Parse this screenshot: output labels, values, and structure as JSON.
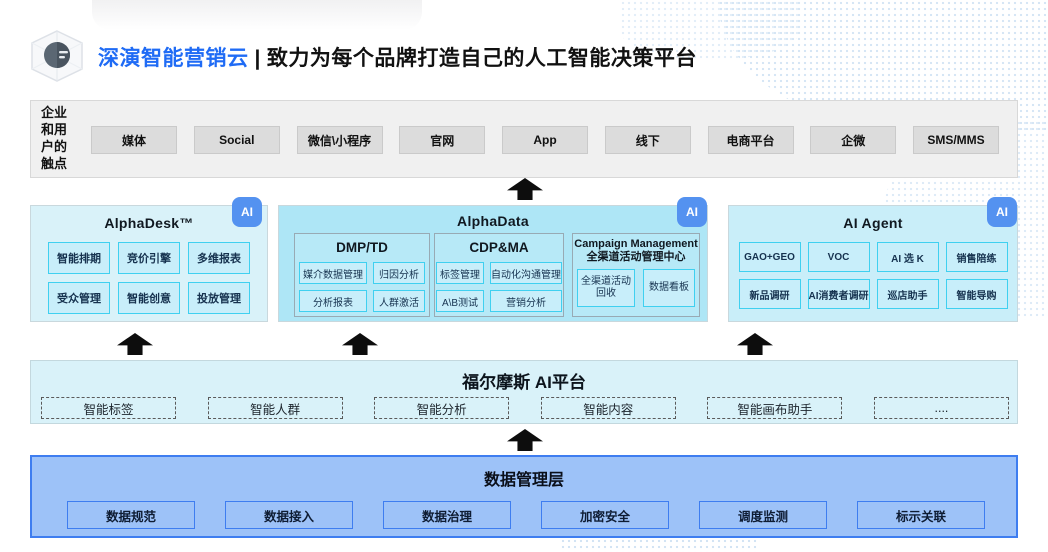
{
  "header": {
    "brand": "深演智能营销云",
    "separator": "|",
    "tagline": "致力为每个品牌打造自己的人工智能决策平台"
  },
  "touchpoints": {
    "label": "企业和用户的触点",
    "items": [
      "媒体",
      "Social",
      "微信\\小程序",
      "官网",
      "App",
      "线下",
      "电商平台",
      "企微",
      "SMS/MMS"
    ]
  },
  "panels": {
    "alphadesk": {
      "title": "AlphaDesk™",
      "badge": "AI",
      "items": [
        "智能排期",
        "竞价引擎",
        "多维报表",
        "受众管理",
        "智能创意",
        "投放管理"
      ]
    },
    "alphadata": {
      "title": "AlphaData",
      "badge": "AI",
      "groups": [
        {
          "title": "DMP/TD",
          "items": [
            "媒介数据管理",
            "归因分析",
            "分析报表",
            "人群激活"
          ]
        },
        {
          "title": "CDP&MA",
          "items": [
            "标签管理",
            "自动化沟通管理",
            "A\\B测试",
            "营销分析"
          ]
        },
        {
          "title": "Campaign Management",
          "subtitle": "全渠道活动管理中心",
          "items": [
            "全渠道活动回收",
            "数据看板"
          ]
        }
      ]
    },
    "ai_agent": {
      "title": "AI Agent",
      "badge": "AI",
      "items": [
        "GAO+GEO",
        "VOC",
        "AI 选 K",
        "销售陪练",
        "新品调研",
        "AI消费者调研",
        "巡店助手",
        "智能导购"
      ]
    }
  },
  "holmes": {
    "title": "福尔摩斯 AI平台",
    "items": [
      "智能标签",
      "智能人群",
      "智能分析",
      "智能内容",
      "智能画布助手",
      "...."
    ]
  },
  "data_layer": {
    "title": "数据管理层",
    "items": [
      "数据规范",
      "数据接入",
      "数据治理",
      "加密安全",
      "调度监测",
      "标示关联"
    ]
  },
  "colors": {
    "brand_blue": "#1f6bf5",
    "badge_blue": "#5492f0",
    "panel_cyan": "#d9f2f9",
    "panel_cyan_deep": "#aee6f6",
    "chip_cyan_border": "#3fd0f0",
    "data_blue": "#9dc2f8",
    "data_border": "#3e7df0",
    "arrow_black": "#0d0d0d"
  }
}
